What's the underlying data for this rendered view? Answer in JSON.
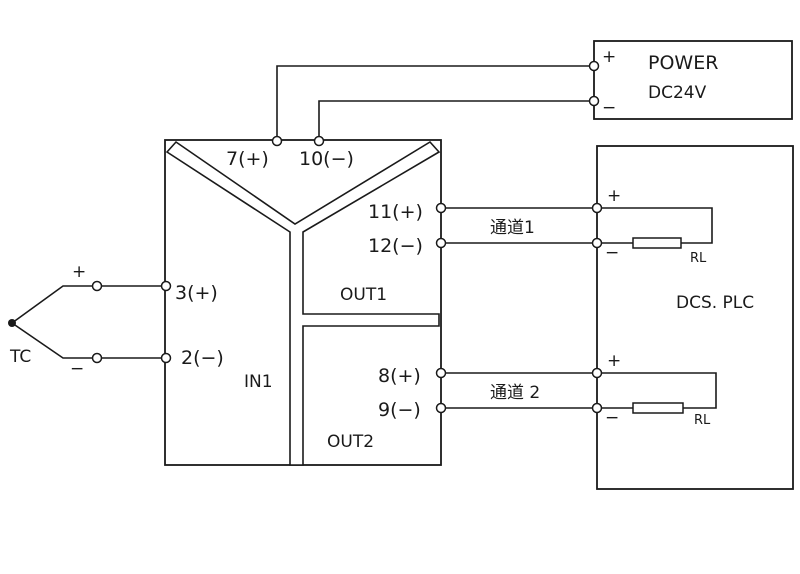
{
  "power": {
    "title": "POWER",
    "voltage": "DC24V",
    "plus": "+",
    "minus": "−"
  },
  "module": {
    "terminal_7": "7(+)",
    "terminal_10": "10(−)",
    "terminal_11": "11(+)",
    "terminal_12": "12(−)",
    "terminal_8": "8(+)",
    "terminal_9": "9(−)",
    "terminal_3": "3(+)",
    "terminal_2": "2(−)",
    "in_label": "IN1",
    "out1_label": "OUT1",
    "out2_label": "OUT2"
  },
  "thermocouple": {
    "label": "TC",
    "plus": "+",
    "minus": "−"
  },
  "channels": {
    "ch1": "通道1",
    "ch2": "通道 2"
  },
  "dcs": {
    "label": "DCS. PLC",
    "in1_plus": "+",
    "in1_minus": "−",
    "rl1": "RL",
    "in2_plus": "+",
    "in2_minus": "−",
    "rl2": "RL"
  }
}
